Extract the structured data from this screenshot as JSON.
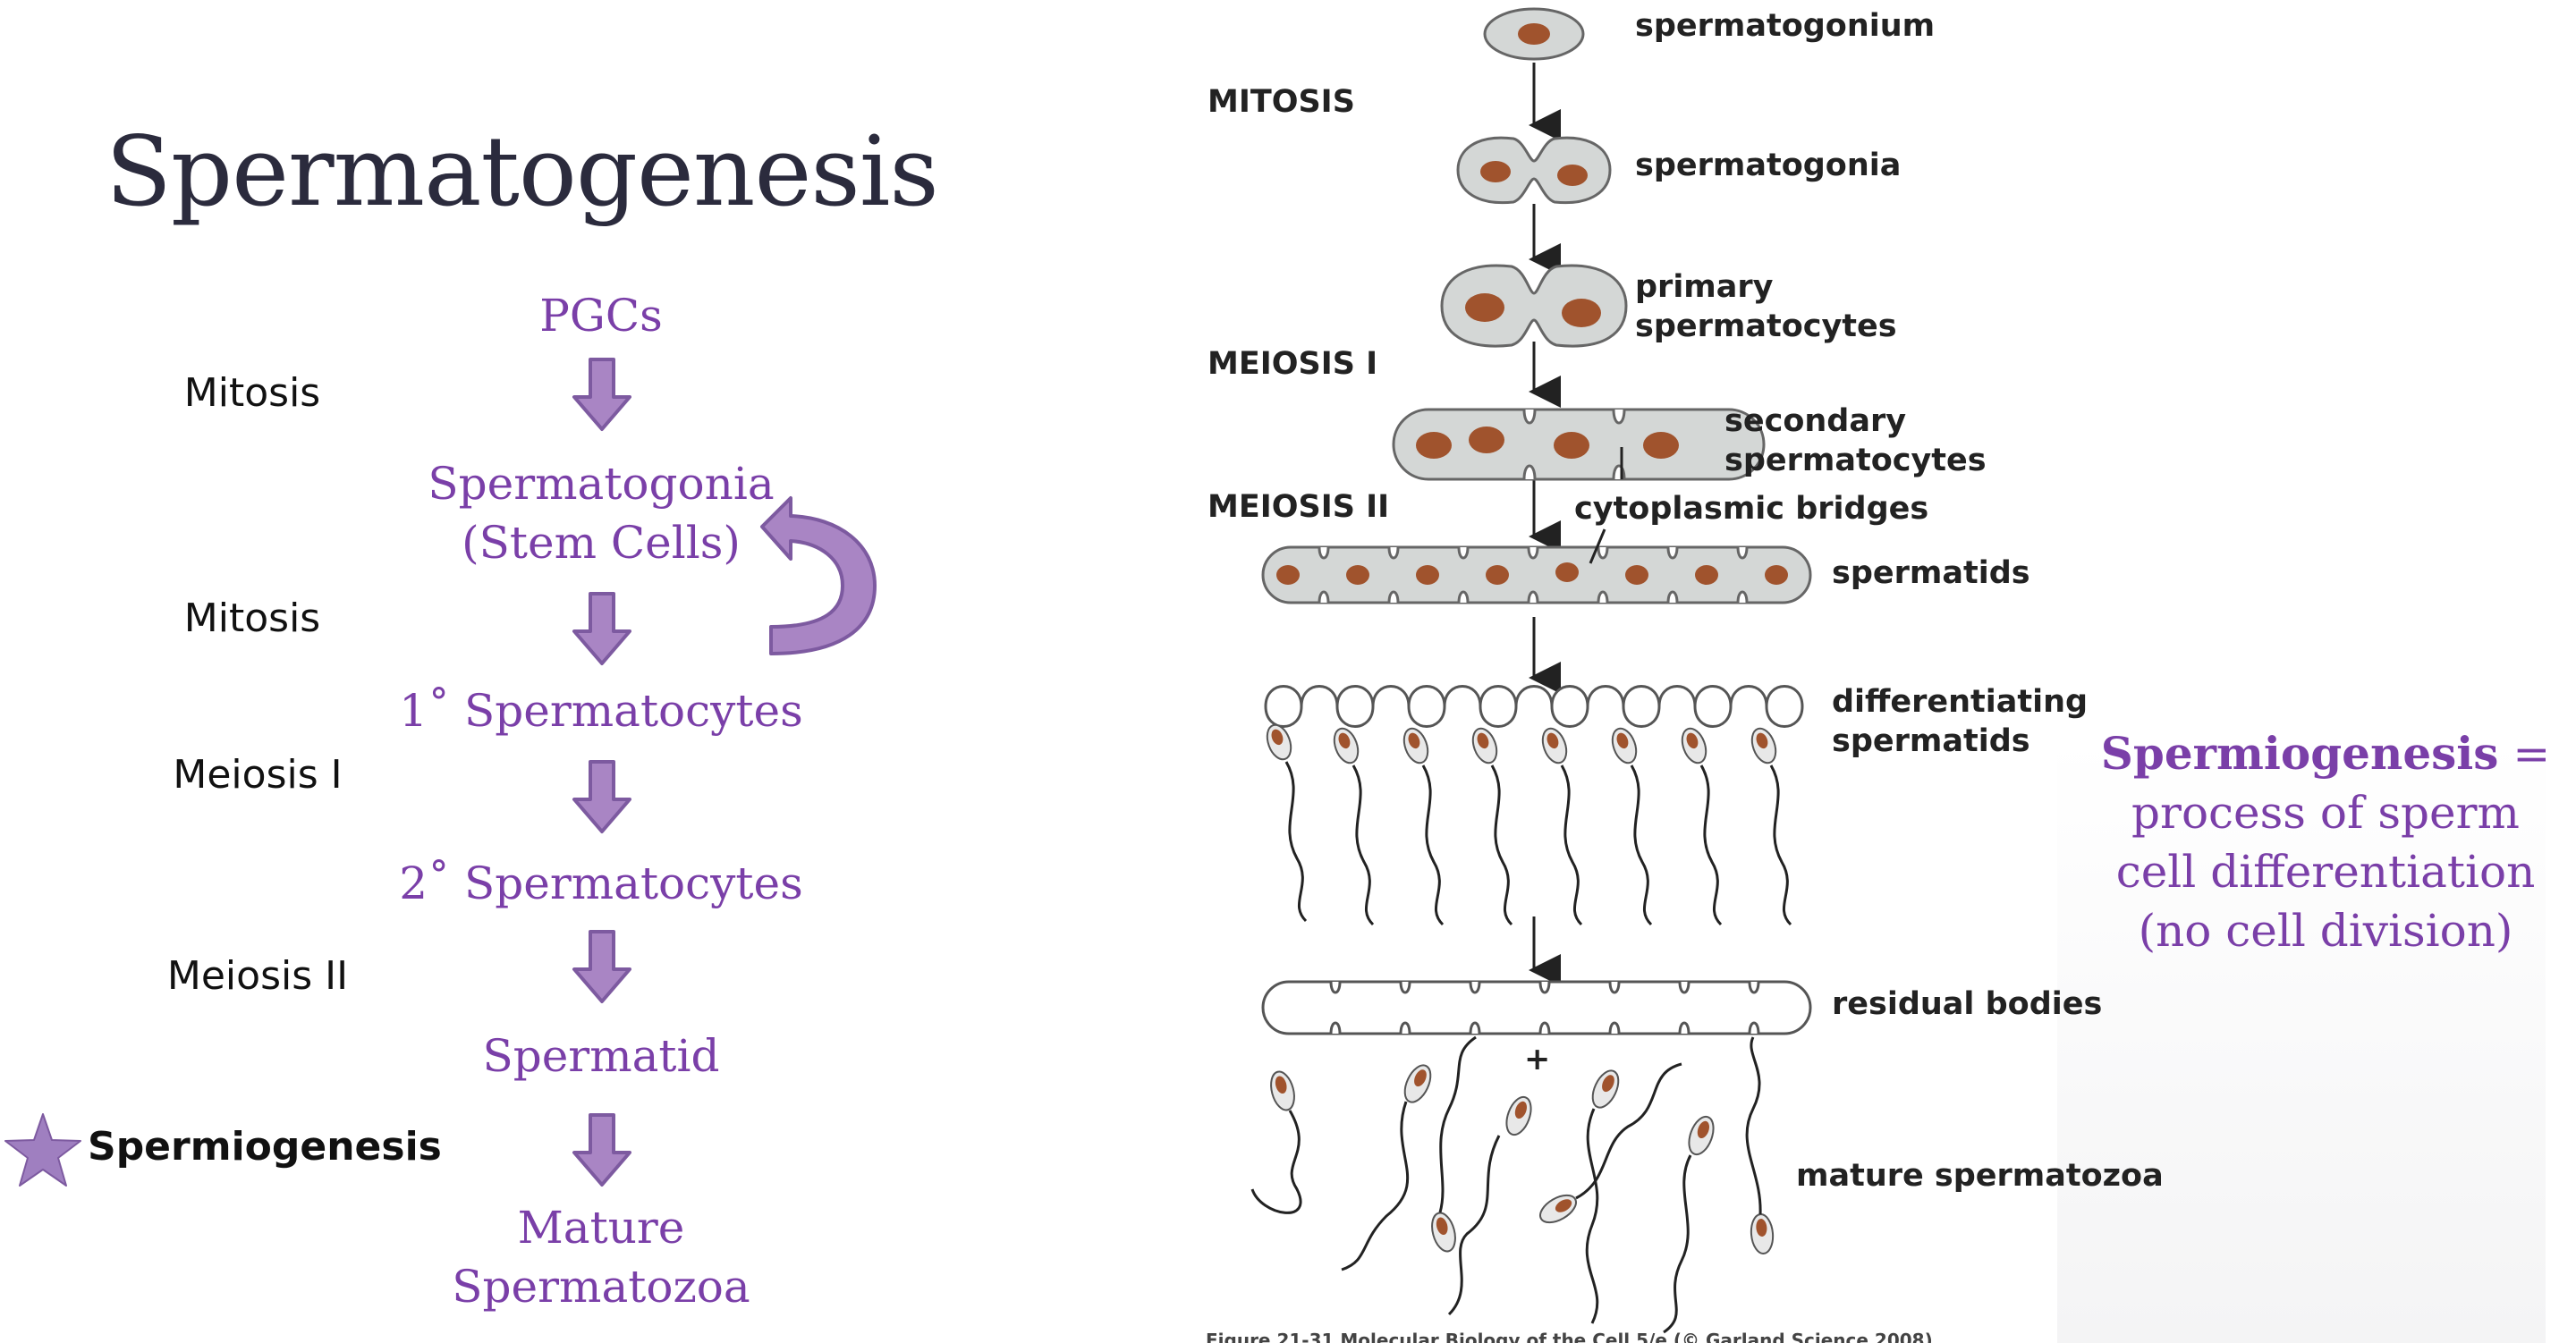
{
  "title": "Spermatogenesis",
  "flow": {
    "pgcs": "PGCs",
    "spermatogonia": "Spermatogonia",
    "stem_cells": "(Stem Cells)",
    "primary": "1˚ Spermatocytes",
    "secondary": "2˚ Spermatocytes",
    "spermatid": "Spermatid",
    "mature_1": "Mature",
    "mature_2": "Spermatozoa"
  },
  "side_labels": {
    "mitosis_1": "Mitosis",
    "mitosis_2": "Mitosis",
    "meiosis_1": "Meiosis I",
    "meiosis_2": "Meiosis II",
    "spermiogenesis": "Spermiogenesis"
  },
  "figure": {
    "stages": {
      "mitosis": "MITOSIS",
      "meiosis_1": "MEIOSIS I",
      "meiosis_2": "MEIOSIS II"
    },
    "labels": {
      "spermatogonium": "spermatogonium",
      "spermatogonia": "spermatogonia",
      "primary_1": "primary",
      "primary_2": "spermatocytes",
      "secondary_1": "secondary",
      "secondary_2": "spermatocytes",
      "bridges": "cytoplasmic bridges",
      "spermatids": "spermatids",
      "differentiating_1": "differentiating",
      "differentiating_2": "spermatids",
      "residual": "residual bodies",
      "plus": "+",
      "mature": "mature spermatozoa"
    },
    "caption": "Figure 21-31 Molecular Biology of the Cell 5/e (© Garland Science 2008)"
  },
  "note": {
    "term": "Spermiogenesis",
    "equals": " =",
    "line_1": "process of sperm",
    "line_2": "cell differentiation",
    "line_3": "(no cell division)"
  },
  "colors": {
    "accent_purple": "#7a3fa8",
    "arrow_fill": "#a985c4",
    "arrow_stroke": "#7d5aa0",
    "cell_fill": "#d4d7d6",
    "nucleus": "#a0532d",
    "title_text": "#2b2b3d"
  },
  "icons": {
    "star": "star-icon",
    "loop": "curved-return-arrow-icon",
    "down": "down-arrow-icon"
  }
}
